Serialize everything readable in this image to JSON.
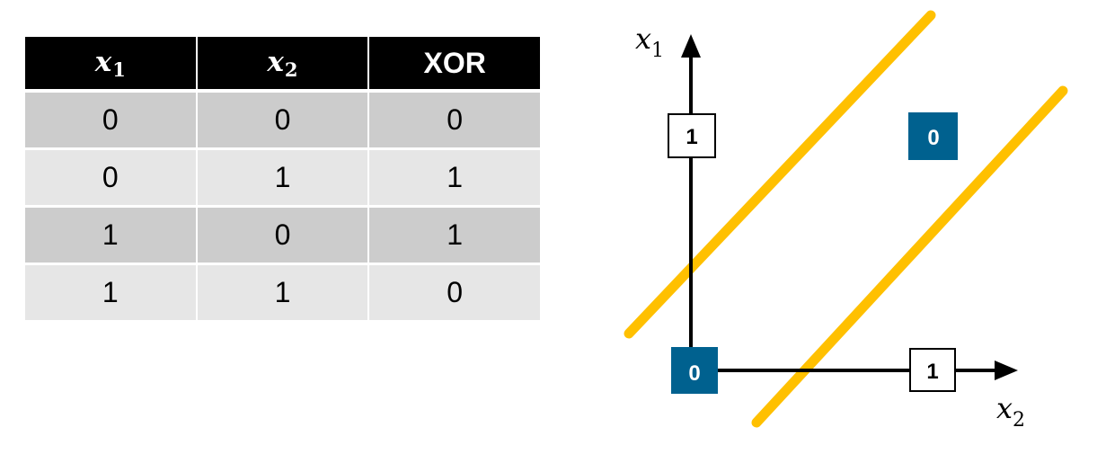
{
  "table": {
    "headers": {
      "x1": {
        "var": "x",
        "sub": "1"
      },
      "x2": {
        "var": "x",
        "sub": "2"
      },
      "xor": "XOR"
    },
    "rows": [
      {
        "x1": "0",
        "x2": "0",
        "xor": "0"
      },
      {
        "x1": "0",
        "x2": "1",
        "xor": "1"
      },
      {
        "x1": "1",
        "x2": "0",
        "xor": "1"
      },
      {
        "x1": "1",
        "x2": "1",
        "xor": "0"
      }
    ]
  },
  "plot": {
    "y_axis_label": {
      "var": "x",
      "sub": "1"
    },
    "x_axis_label": {
      "var": "x",
      "sub": "2"
    },
    "points": [
      {
        "label": "0",
        "x1": 0,
        "x2": 0,
        "style": "filled"
      },
      {
        "label": "1",
        "x1": 0,
        "x2": 1,
        "style": "outlined"
      },
      {
        "label": "1",
        "x1": 1,
        "x2": 0,
        "style": "outlined"
      },
      {
        "label": "0",
        "x1": 1,
        "x2": 1,
        "style": "filled"
      }
    ],
    "colors": {
      "boundary": "#ffc000",
      "filled_box": "#00618f",
      "axis": "#000000"
    }
  }
}
